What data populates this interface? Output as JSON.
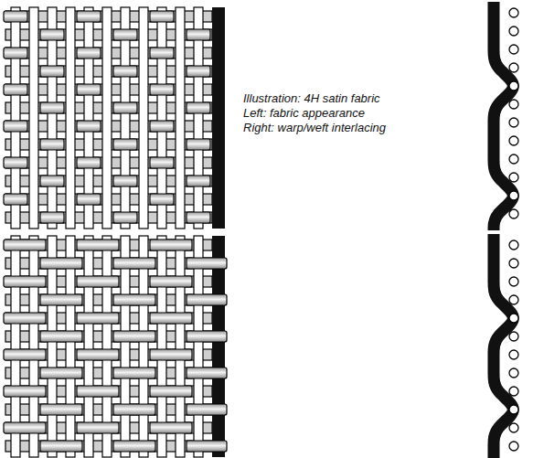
{
  "diagram": {
    "labels": [
      "Illustration: 4H satin fabric",
      "Left: fabric appearance",
      "Right: warp/weft interlacing"
    ]
  }
}
